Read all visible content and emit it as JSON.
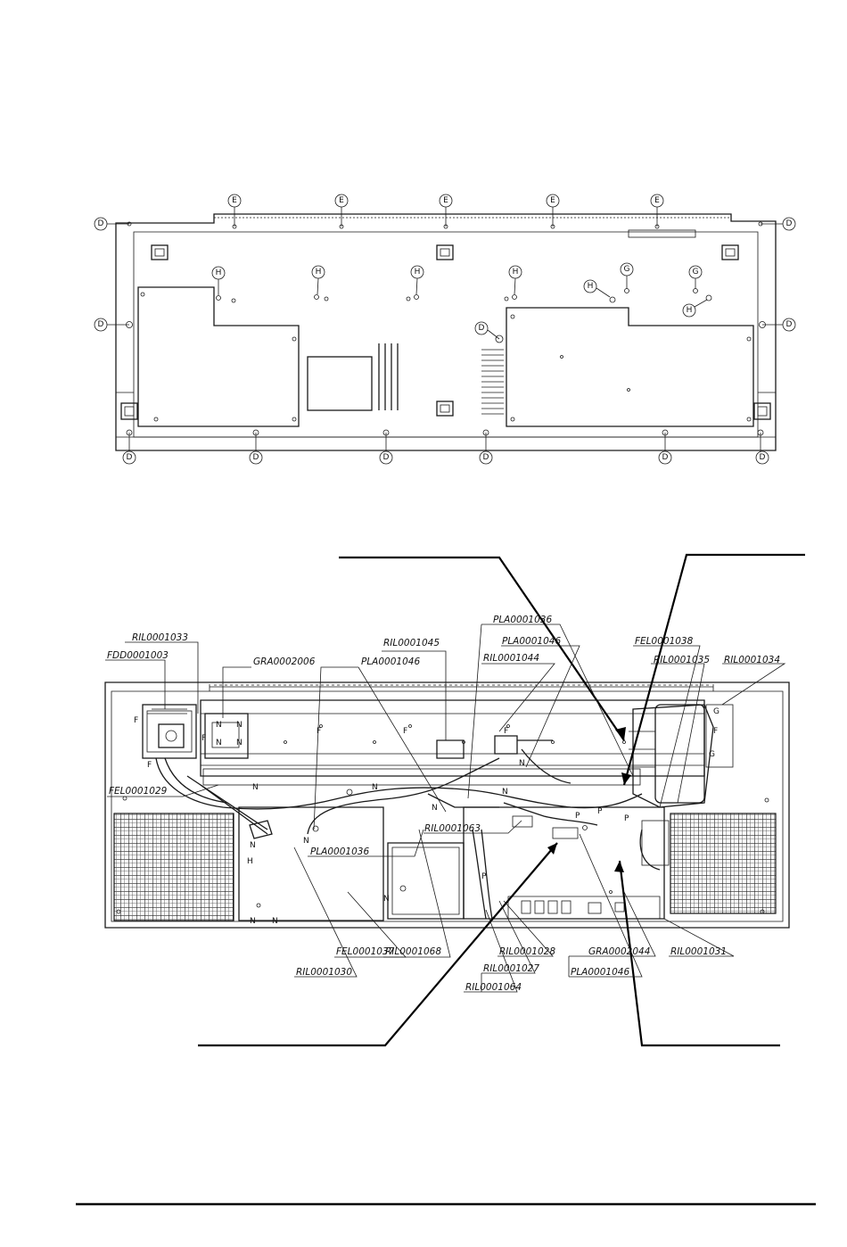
{
  "top_view": {
    "callouts": {
      "D": "D",
      "E": "E",
      "G": "G",
      "H": "H"
    }
  },
  "bottom_view": {
    "labels": {
      "ril33": "RIL0001033",
      "fdd03": "FDD0001003",
      "gra06": "GRA0002006",
      "ril45": "RIL0001045",
      "pla46a": "PLA0001046",
      "pla36a": "PLA0001036",
      "pla46b": "PLA0001046",
      "ril44": "RIL0001044",
      "fel38": "FEL0001038",
      "ril35": "RIL0001035",
      "ril34": "RIL0001034",
      "fel29": "FEL0001029",
      "pla36b": "PLA0001036",
      "ril63": "RIL0001063",
      "fel37": "FEL0001037",
      "ril68": "RIL0001068",
      "ril28": "RIL0001028",
      "gra44": "GRA0002044",
      "ril31": "RIL0001031",
      "ril27": "RIL0001027",
      "pla46c": "PLA0001046",
      "ril30": "RIL0001030",
      "ril64": "RIL0001064"
    },
    "marks": {
      "F": "F",
      "N": "N",
      "P": "P",
      "G": "G",
      "H": "H"
    }
  }
}
